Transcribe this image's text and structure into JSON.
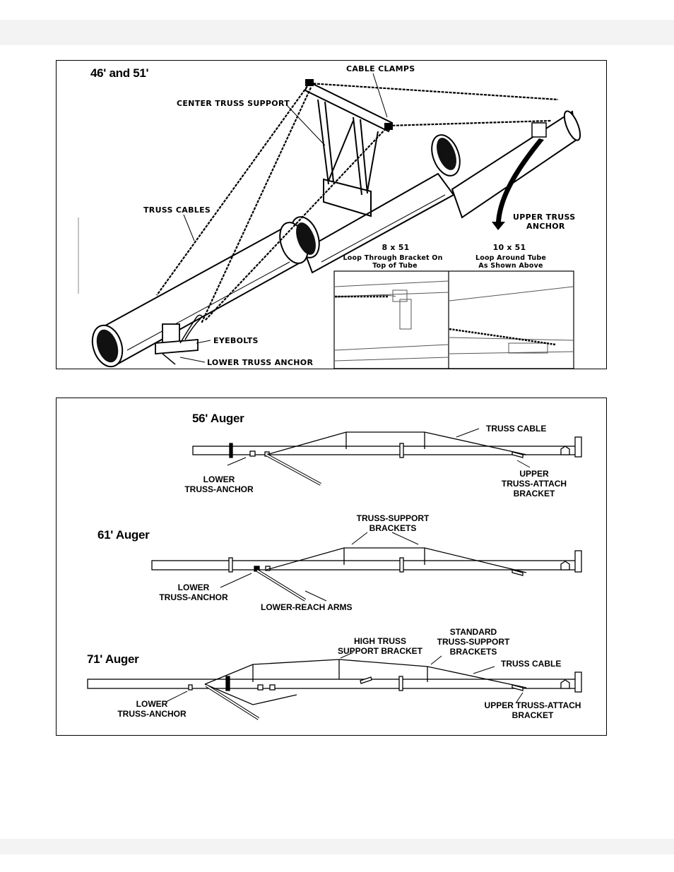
{
  "panel_a": {
    "title": "46' and 51'",
    "labels": {
      "cable_clamps": "CABLE CLAMPS",
      "center_truss_support": "CENTER TRUSS SUPPORT",
      "truss_cables": "TRUSS CABLES",
      "upper_truss_anchor_l1": "UPPER TRUSS",
      "upper_truss_anchor_l2": "ANCHOR",
      "eyebolts": "EYEBOLTS",
      "lower_truss_anchor": "LOWER TRUSS ANCHOR"
    },
    "inset_left": {
      "title": "8 x 51",
      "line1": "Loop Through Bracket On",
      "line2": "Top of Tube"
    },
    "inset_right": {
      "title": "10 x 51",
      "line1": "Loop Around Tube",
      "line2": "As Shown Above"
    }
  },
  "panel_b": {
    "auger_56": {
      "title": "56' Auger",
      "truss_cable": "TRUSS CABLE",
      "lower_l1": "LOWER",
      "lower_l2": "TRUSS-ANCHOR",
      "upper_l1": "UPPER",
      "upper_l2": "TRUSS-ATTACH",
      "upper_l3": "BRACKET"
    },
    "auger_61": {
      "title": "61' Auger",
      "support_l1": "TRUSS-SUPPORT",
      "support_l2": "BRACKETS",
      "lower_l1": "LOWER",
      "lower_l2": "TRUSS-ANCHOR",
      "reach_arms": "LOWER-REACH ARMS"
    },
    "auger_71": {
      "title": "71' Auger",
      "high_l1": "HIGH TRUSS",
      "high_l2": "SUPPORT BRACKET",
      "std_l1": "STANDARD",
      "std_l2": "TRUSS-SUPPORT",
      "std_l3": "BRACKETS",
      "truss_cable": "TRUSS CABLE",
      "lower_l1": "LOWER",
      "lower_l2": "TRUSS-ANCHOR",
      "upper_l1": "UPPER TRUSS-ATTACH",
      "upper_l2": "BRACKET"
    }
  }
}
